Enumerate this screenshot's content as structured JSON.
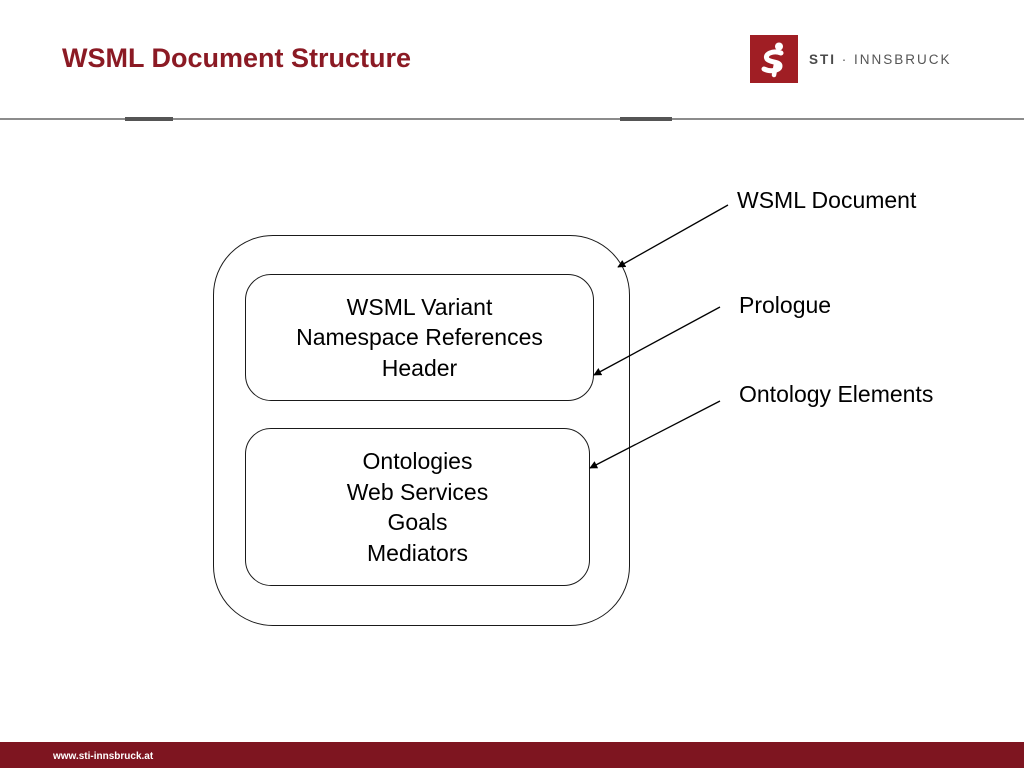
{
  "slide": {
    "title": "WSML Document Structure",
    "footer_url": "www.sti-innsbruck.at"
  },
  "logo": {
    "brand": "STI",
    "separator": " · ",
    "location": "INNSBRUCK",
    "brand_color": "#a01e24"
  },
  "diagram": {
    "outer_box": {
      "callout": "WSML Document"
    },
    "prologue_box": {
      "callout": "Prologue",
      "lines": [
        "WSML Variant",
        "Namespace References",
        "Header"
      ]
    },
    "elements_box": {
      "callout": "Ontology Elements",
      "lines": [
        "Ontologies",
        "Web Services",
        "Goals",
        "Mediators"
      ]
    }
  },
  "colors": {
    "title": "#8b1a24",
    "footer": "#7e1520",
    "rule": "#8c8c8c"
  }
}
